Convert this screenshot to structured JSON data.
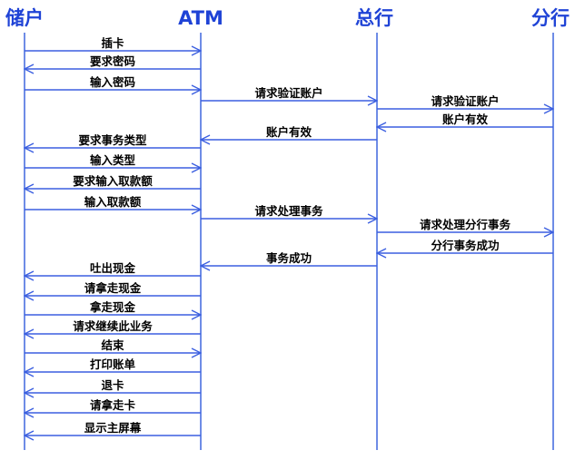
{
  "colors": {
    "actor": "#1f43d6",
    "lifeline": "#4a6fe0",
    "arrow": "#3b5fe0",
    "text": "#000000",
    "background": "#ffffff"
  },
  "actors": [
    {
      "id": "depositor",
      "label": "储户"
    },
    {
      "id": "atm",
      "label": "ATM"
    },
    {
      "id": "hq",
      "label": "总行"
    },
    {
      "id": "branch",
      "label": "分行"
    }
  ],
  "messages": [
    {
      "from": "depositor",
      "to": "atm",
      "label": "插卡"
    },
    {
      "from": "atm",
      "to": "depositor",
      "label": "要求密码"
    },
    {
      "from": "depositor",
      "to": "atm",
      "label": "输入密码"
    },
    {
      "from": "atm",
      "to": "hq",
      "label": "请求验证账户"
    },
    {
      "from": "hq",
      "to": "branch",
      "label": "请求验证账户"
    },
    {
      "from": "branch",
      "to": "hq",
      "label": "账户有效"
    },
    {
      "from": "hq",
      "to": "atm",
      "label": "账户有效"
    },
    {
      "from": "atm",
      "to": "depositor",
      "label": "要求事务类型"
    },
    {
      "from": "depositor",
      "to": "atm",
      "label": "输入类型"
    },
    {
      "from": "atm",
      "to": "depositor",
      "label": "要求输入取款额"
    },
    {
      "from": "depositor",
      "to": "atm",
      "label": "输入取款额"
    },
    {
      "from": "atm",
      "to": "hq",
      "label": "请求处理事务"
    },
    {
      "from": "hq",
      "to": "branch",
      "label": "请求处理分行事务"
    },
    {
      "from": "branch",
      "to": "hq",
      "label": "分行事务成功"
    },
    {
      "from": "hq",
      "to": "atm",
      "label": "事务成功"
    },
    {
      "from": "atm",
      "to": "depositor",
      "label": "吐出现金"
    },
    {
      "from": "atm",
      "to": "depositor",
      "label": "请拿走现金"
    },
    {
      "from": "depositor",
      "to": "atm",
      "label": "拿走现金"
    },
    {
      "from": "atm",
      "to": "depositor",
      "label": "请求继续此业务"
    },
    {
      "from": "depositor",
      "to": "atm",
      "label": "结束"
    },
    {
      "from": "atm",
      "to": "depositor",
      "label": "打印账单"
    },
    {
      "from": "atm",
      "to": "depositor",
      "label": "退卡"
    },
    {
      "from": "atm",
      "to": "depositor",
      "label": "请拿走卡"
    },
    {
      "from": "atm",
      "to": "depositor",
      "label": "显示主屏幕"
    }
  ]
}
